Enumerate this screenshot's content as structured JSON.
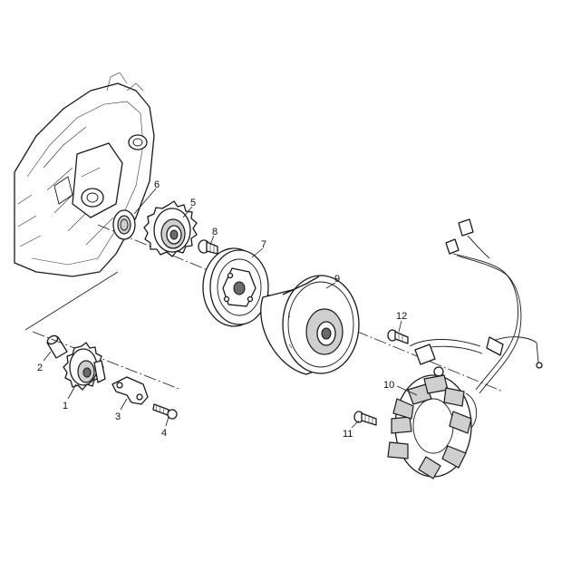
{
  "diagram": {
    "callouts": [
      {
        "id": "c1",
        "text": "1"
      },
      {
        "id": "c2",
        "text": "2"
      },
      {
        "id": "c3",
        "text": "3"
      },
      {
        "id": "c4",
        "text": "4"
      },
      {
        "id": "c5",
        "text": "5"
      },
      {
        "id": "c6",
        "text": "6"
      },
      {
        "id": "c7",
        "text": "7"
      },
      {
        "id": "c8",
        "text": "8"
      },
      {
        "id": "c9",
        "text": "9"
      },
      {
        "id": "c10",
        "text": "10"
      },
      {
        "id": "c11",
        "text": "11"
      },
      {
        "id": "c12",
        "text": "12"
      }
    ],
    "colors": {
      "line": "#1a1a1a",
      "shade": "#cfcfcf",
      "background": "#ffffff"
    }
  }
}
